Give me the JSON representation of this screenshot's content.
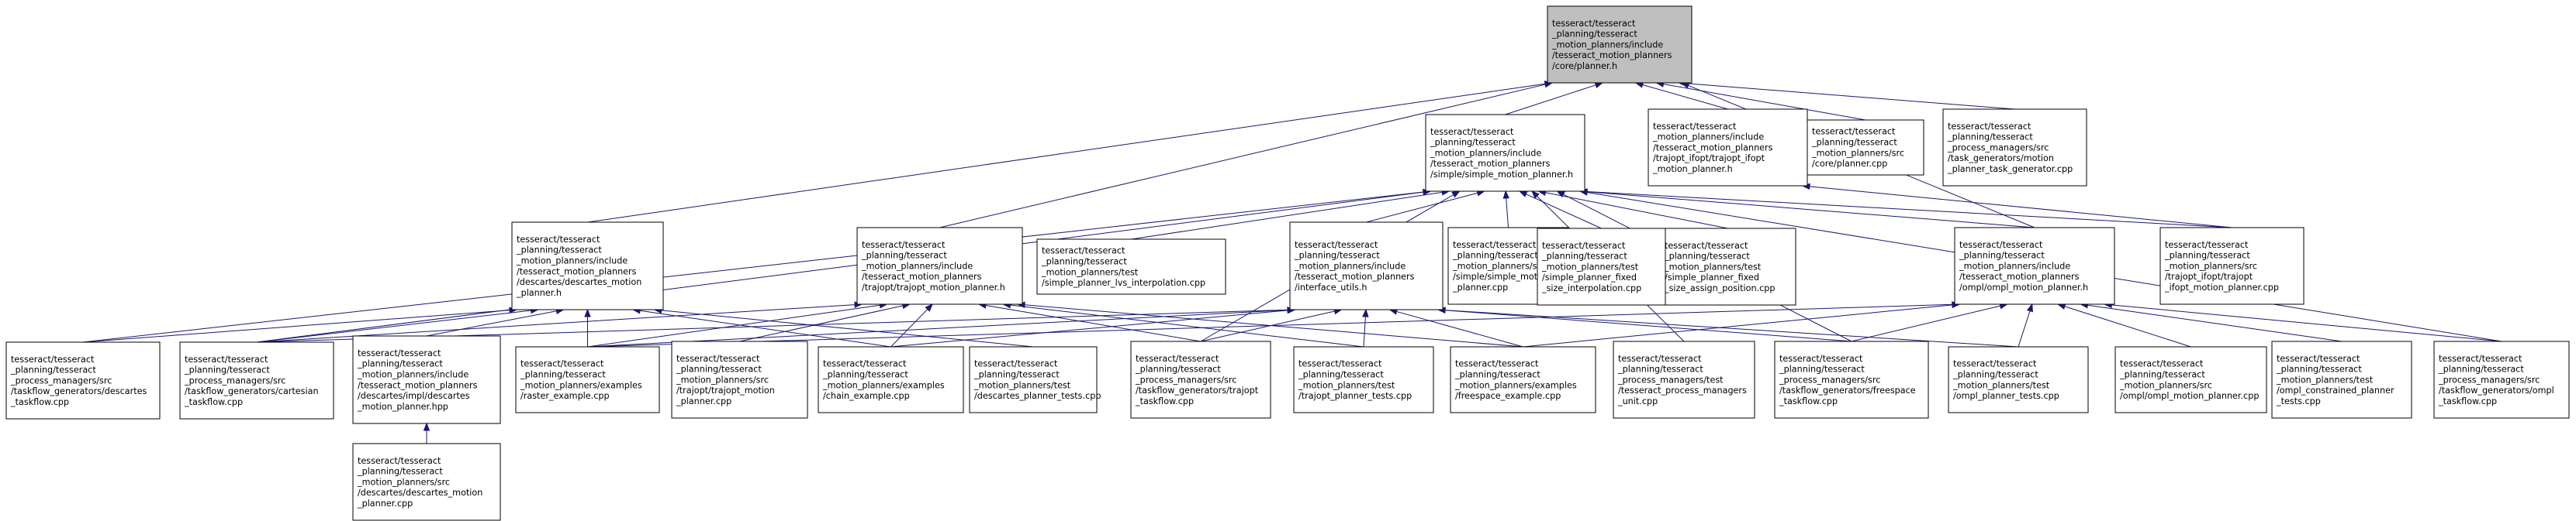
{
  "title": "",
  "colors": {
    "edge": "#191970",
    "root_fill": "#bfbfbf",
    "node_fill": "#ffffff",
    "border": "#000000"
  },
  "nodes": [
    {
      "id": "n0",
      "root": true,
      "lines": [
        "tesseract/tesseract",
        "_planning/tesseract",
        "_motion_planners/include",
        "/tesseract_motion_planners",
        "/core/planner.h"
      ]
    },
    {
      "id": "n1",
      "lines": [
        "tesseract/tesseract",
        "_planning/tesseract",
        "_motion_planners/include",
        "/tesseract_motion_planners",
        "/simple/simple_motion_planner.h"
      ]
    },
    {
      "id": "n2",
      "lines": [
        "tesseract/tesseract",
        "_motion_planners/include",
        "/tesseract_motion_planners",
        "/trajopt_ifopt/trajopt_ifopt",
        "_motion_planner.h"
      ]
    },
    {
      "id": "n3",
      "lines": [
        "tesseract/tesseract",
        "_planning/tesseract",
        "_motion_planners/src",
        "/core/planner.cpp"
      ]
    },
    {
      "id": "n4",
      "lines": [
        "tesseract/tesseract",
        "_planning/tesseract",
        "_process_managers/src",
        "/task_generators/motion",
        "_planner_task_generator.cpp"
      ]
    },
    {
      "id": "n5",
      "lines": [
        "tesseract/tesseract",
        "_planning/tesseract",
        "_motion_planners/include",
        "/tesseract_motion_planners",
        "/descartes/descartes_motion",
        "_planner.h"
      ]
    },
    {
      "id": "n6",
      "lines": [
        "tesseract/tesseract",
        "_planning/tesseract",
        "_motion_planners/include",
        "/tesseract_motion_planners",
        "/trajopt/trajopt_motion_planner.h"
      ]
    },
    {
      "id": "n7",
      "lines": [
        "tesseract/tesseract",
        "_planning/tesseract",
        "_motion_planners/test",
        "/simple_planner_lvs_interpolation.cpp"
      ]
    },
    {
      "id": "n8",
      "lines": [
        "tesseract/tesseract",
        "_planning/tesseract",
        "_motion_planners/include",
        "/tesseract_motion_planners",
        "/interface_utils.h"
      ]
    },
    {
      "id": "n9",
      "lines": [
        "tesseract/tesseract",
        "_planning/tesseract",
        "_motion_planners/src",
        "/simple/simple_motion",
        "_planner.cpp"
      ]
    },
    {
      "id": "n10",
      "lines": [
        "tesseract/tesseract",
        "_planning/tesseract",
        "_motion_planners/test",
        "/simple_planner_fixed",
        "_size_assign_position.cpp"
      ]
    },
    {
      "id": "n11",
      "lines": [
        "tesseract/tesseract",
        "_planning/tesseract",
        "_motion_planners/test",
        "/simple_planner_fixed",
        "_size_interpolation.cpp"
      ]
    },
    {
      "id": "n12",
      "lines": [
        "tesseract/tesseract",
        "_planning/tesseract",
        "_motion_planners/include",
        "/tesseract_motion_planners",
        "/ompl/ompl_motion_planner.h"
      ]
    },
    {
      "id": "n13",
      "lines": [
        "tesseract/tesseract",
        "_planning/tesseract",
        "_motion_planners/src",
        "/trajopt_ifopt/trajopt",
        "_ifopt_motion_planner.cpp"
      ]
    },
    {
      "id": "n14",
      "lines": [
        "tesseract/tesseract",
        "_planning/tesseract",
        "_process_managers/src",
        "/taskflow_generators/descartes",
        "_taskflow.cpp"
      ]
    },
    {
      "id": "n15",
      "lines": [
        "tesseract/tesseract",
        "_planning/tesseract",
        "_process_managers/src",
        "/taskflow_generators/cartesian",
        "_taskflow.cpp"
      ]
    },
    {
      "id": "n16",
      "lines": [
        "tesseract/tesseract",
        "_planning/tesseract",
        "_motion_planners/include",
        "/tesseract_motion_planners",
        "/descartes/impl/descartes",
        "_motion_planner.hpp"
      ]
    },
    {
      "id": "n17",
      "lines": [
        "tesseract/tesseract",
        "_planning/tesseract",
        "_motion_planners/examples",
        "/raster_example.cpp"
      ]
    },
    {
      "id": "n18",
      "lines": [
        "tesseract/tesseract",
        "_planning/tesseract",
        "_motion_planners/src",
        "/trajopt/trajopt_motion",
        "_planner.cpp"
      ]
    },
    {
      "id": "n19",
      "lines": [
        "tesseract/tesseract",
        "_planning/tesseract",
        "_motion_planners/examples",
        "/chain_example.cpp"
      ]
    },
    {
      "id": "n20",
      "lines": [
        "tesseract/tesseract",
        "_planning/tesseract",
        "_motion_planners/test",
        "/descartes_planner_tests.cpp"
      ]
    },
    {
      "id": "n21",
      "lines": [
        "tesseract/tesseract",
        "_planning/tesseract",
        "_process_managers/src",
        "/taskflow_generators/trajopt",
        "_taskflow.cpp"
      ]
    },
    {
      "id": "n22",
      "lines": [
        "tesseract/tesseract",
        "_planning/tesseract",
        "_motion_planners/test",
        "/trajopt_planner_tests.cpp"
      ]
    },
    {
      "id": "n23",
      "lines": [
        "tesseract/tesseract",
        "_planning/tesseract",
        "_motion_planners/examples",
        "/freespace_example.cpp"
      ]
    },
    {
      "id": "n24",
      "lines": [
        "tesseract/tesseract",
        "_planning/tesseract",
        "_process_managers/test",
        "/tesseract_process_managers",
        "_unit.cpp"
      ]
    },
    {
      "id": "n25",
      "lines": [
        "tesseract/tesseract",
        "_planning/tesseract",
        "_process_managers/src",
        "/taskflow_generators/freespace",
        "_taskflow.cpp"
      ]
    },
    {
      "id": "n26",
      "lines": [
        "tesseract/tesseract",
        "_planning/tesseract",
        "_motion_planners/test",
        "/ompl_planner_tests.cpp"
      ]
    },
    {
      "id": "n27",
      "lines": [
        "tesseract/tesseract",
        "_planning/tesseract",
        "_motion_planners/src",
        "/ompl/ompl_motion_planner.cpp"
      ]
    },
    {
      "id": "n28",
      "lines": [
        "tesseract/tesseract",
        "_planning/tesseract",
        "_motion_planners/test",
        "/ompl_constrained_planner",
        "_tests.cpp"
      ]
    },
    {
      "id": "n29",
      "lines": [
        "tesseract/tesseract",
        "_planning/tesseract",
        "_process_managers/src",
        "/taskflow_generators/ompl",
        "_taskflow.cpp"
      ]
    },
    {
      "id": "n30",
      "lines": [
        "tesseract/tesseract",
        "_planning/tesseract",
        "_motion_planners/src",
        "/descartes/descartes_motion",
        "_planner.cpp"
      ]
    }
  ],
  "edges": [
    [
      "n1",
      "n0"
    ],
    [
      "n2",
      "n0"
    ],
    [
      "n3",
      "n0"
    ],
    [
      "n4",
      "n0"
    ],
    [
      "n5",
      "n0"
    ],
    [
      "n6",
      "n0"
    ],
    [
      "n12",
      "n0"
    ],
    [
      "n7",
      "n1"
    ],
    [
      "n8",
      "n1"
    ],
    [
      "n9",
      "n1"
    ],
    [
      "n10",
      "n1"
    ],
    [
      "n11",
      "n1"
    ],
    [
      "n12",
      "n1"
    ],
    [
      "n13",
      "n1"
    ],
    [
      "n14",
      "n1"
    ],
    [
      "n15",
      "n1"
    ],
    [
      "n21",
      "n1"
    ],
    [
      "n24",
      "n1"
    ],
    [
      "n25",
      "n1"
    ],
    [
      "n29",
      "n1"
    ],
    [
      "n13",
      "n2"
    ],
    [
      "n14",
      "n5"
    ],
    [
      "n15",
      "n5"
    ],
    [
      "n16",
      "n5"
    ],
    [
      "n17",
      "n5"
    ],
    [
      "n19",
      "n5"
    ],
    [
      "n20",
      "n5"
    ],
    [
      "n15",
      "n6"
    ],
    [
      "n17",
      "n6"
    ],
    [
      "n18",
      "n6"
    ],
    [
      "n19",
      "n6"
    ],
    [
      "n21",
      "n6"
    ],
    [
      "n22",
      "n6"
    ],
    [
      "n23",
      "n6"
    ],
    [
      "n15",
      "n8"
    ],
    [
      "n17",
      "n8"
    ],
    [
      "n19",
      "n8"
    ],
    [
      "n21",
      "n8"
    ],
    [
      "n22",
      "n8"
    ],
    [
      "n23",
      "n8"
    ],
    [
      "n25",
      "n8"
    ],
    [
      "n26",
      "n8"
    ],
    [
      "n17",
      "n12"
    ],
    [
      "n23",
      "n12"
    ],
    [
      "n25",
      "n12"
    ],
    [
      "n26",
      "n12"
    ],
    [
      "n27",
      "n12"
    ],
    [
      "n28",
      "n12"
    ],
    [
      "n29",
      "n12"
    ],
    [
      "n30",
      "n16"
    ]
  ]
}
